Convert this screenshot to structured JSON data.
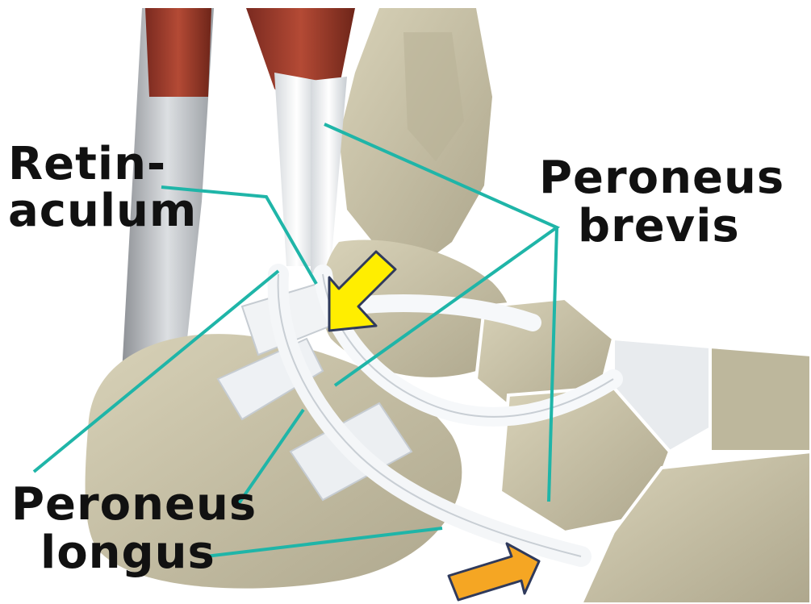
{
  "labels": {
    "retinaculum": {
      "line1": "Retin-",
      "line2": "aculum"
    },
    "peroneus_brevis": {
      "line1": "Peroneus",
      "line2": "brevis"
    },
    "peroneus_longus": {
      "line1": "Peroneus",
      "line2": "longus"
    }
  },
  "colors": {
    "leader_lines": "#1fb5a8",
    "arrow_upper": "#ffee00",
    "arrow_lower": "#f5a623",
    "arrow_outline": "#2f3a5c",
    "bone": "#c9c3a8",
    "tendon": "#eef0f2",
    "muscle": "#9a3a2a"
  },
  "icons": {
    "upper_arrow": "arrow-icon",
    "lower_arrow": "arrow-icon"
  }
}
